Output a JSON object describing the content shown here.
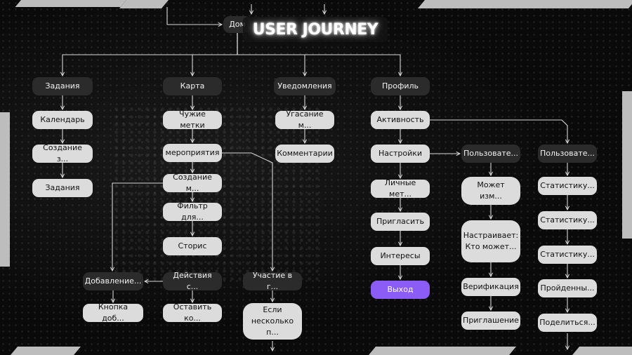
{
  "title": "USER JOURNEY",
  "colors": {
    "light_node": "#dcdcdc",
    "dark_node": "#2b2b2b",
    "accent_node": "#8b5cf6",
    "line": "#d8d8d8"
  },
  "nodes": [
    {
      "id": "home",
      "label": "Дом",
      "style": "dark"
    },
    {
      "id": "tasks",
      "label": "Задания",
      "style": "dark"
    },
    {
      "id": "map",
      "label": "Карта",
      "style": "dark"
    },
    {
      "id": "notif",
      "label": "Уведомления",
      "style": "dark"
    },
    {
      "id": "profile",
      "label": "Профиль",
      "style": "dark"
    },
    {
      "id": "calendar",
      "label": "Календарь",
      "style": "light"
    },
    {
      "id": "create_task",
      "label": "Создание з...",
      "style": "light"
    },
    {
      "id": "tasks2",
      "label": "Задания",
      "style": "light"
    },
    {
      "id": "foreign",
      "label": "Чужие метки",
      "style": "light"
    },
    {
      "id": "events",
      "label": "мероприятия",
      "style": "light"
    },
    {
      "id": "create_mark",
      "label": "Создание м...",
      "style": "light"
    },
    {
      "id": "filter",
      "label": "Фильтр для...",
      "style": "light"
    },
    {
      "id": "stories",
      "label": "Сторис",
      "style": "light"
    },
    {
      "id": "actions",
      "label": "Действия с...",
      "style": "dark"
    },
    {
      "id": "adding",
      "label": "Добавление...",
      "style": "dark"
    },
    {
      "id": "button_add",
      "label": "Кнопка доб...",
      "style": "light"
    },
    {
      "id": "leave",
      "label": "Оставить ко...",
      "style": "light"
    },
    {
      "id": "fading",
      "label": "Угасание м...",
      "style": "light"
    },
    {
      "id": "comments",
      "label": "Комментарии",
      "style": "light"
    },
    {
      "id": "participation",
      "label": "Участие в г...",
      "style": "dark"
    },
    {
      "id": "if_several",
      "label": "Если\nнесколько п...",
      "style": "light"
    },
    {
      "id": "activity",
      "label": "Активность",
      "style": "light"
    },
    {
      "id": "settings",
      "label": "Настройки",
      "style": "light"
    },
    {
      "id": "personal",
      "label": "Личные мет...",
      "style": "light"
    },
    {
      "id": "invite",
      "label": "Пригласить",
      "style": "light"
    },
    {
      "id": "interests",
      "label": "Интересы",
      "style": "light"
    },
    {
      "id": "logout",
      "label": "Выход",
      "style": "accent"
    },
    {
      "id": "user1",
      "label": "Пользовате...",
      "style": "dark"
    },
    {
      "id": "can_change",
      "label": "Может изм...",
      "style": "light"
    },
    {
      "id": "configures",
      "label": "Настраивает:\nКто может...",
      "style": "light"
    },
    {
      "id": "verification",
      "label": "Верификация",
      "style": "light"
    },
    {
      "id": "invitation",
      "label": "Приглашение",
      "style": "light"
    },
    {
      "id": "user2",
      "label": "Пользовате...",
      "style": "dark"
    },
    {
      "id": "stat1",
      "label": "Статистику...",
      "style": "light"
    },
    {
      "id": "stat2",
      "label": "Статистику...",
      "style": "light"
    },
    {
      "id": "stat3",
      "label": "Статистику...",
      "style": "light"
    },
    {
      "id": "completed",
      "label": "Пройденны...",
      "style": "light"
    },
    {
      "id": "share",
      "label": "Поделиться...",
      "style": "light"
    }
  ],
  "edges": [
    [
      "home",
      "tasks"
    ],
    [
      "home",
      "map"
    ],
    [
      "home",
      "notif"
    ],
    [
      "home",
      "profile"
    ],
    [
      "tasks",
      "calendar"
    ],
    [
      "calendar",
      "create_task"
    ],
    [
      "create_task",
      "tasks2"
    ],
    [
      "map",
      "foreign"
    ],
    [
      "foreign",
      "events"
    ],
    [
      "events",
      "create_mark"
    ],
    [
      "create_mark",
      "filter"
    ],
    [
      "filter",
      "stories"
    ],
    [
      "actions",
      "adding"
    ],
    [
      "adding",
      "button_add"
    ],
    [
      "actions",
      "leave"
    ],
    [
      "create_mark",
      "adding"
    ],
    [
      "notif",
      "fading"
    ],
    [
      "fading",
      "comments"
    ],
    [
      "events",
      "participation"
    ],
    [
      "participation",
      "if_several"
    ],
    [
      "profile",
      "activity"
    ],
    [
      "activity",
      "settings"
    ],
    [
      "settings",
      "personal"
    ],
    [
      "personal",
      "invite"
    ],
    [
      "invite",
      "interests"
    ],
    [
      "interests",
      "logout"
    ],
    [
      "settings",
      "user1"
    ],
    [
      "user1",
      "can_change"
    ],
    [
      "can_change",
      "configures"
    ],
    [
      "configures",
      "verification"
    ],
    [
      "verification",
      "invitation"
    ],
    [
      "activity",
      "user2"
    ],
    [
      "user2",
      "stat1"
    ],
    [
      "stat1",
      "stat2"
    ],
    [
      "stat2",
      "stat3"
    ],
    [
      "stat3",
      "completed"
    ],
    [
      "completed",
      "share"
    ]
  ]
}
